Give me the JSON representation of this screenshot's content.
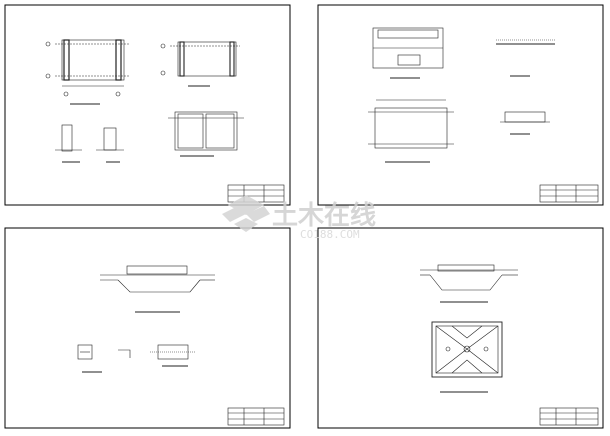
{
  "watermark": {
    "text": "土木在线",
    "subtext": "CO188.COM",
    "color": "#cfcfcf"
  },
  "colors": {
    "ink": "#222222",
    "frame": "#000000",
    "background": "#ffffff"
  },
  "sheets": [
    {
      "id": "sheet-1",
      "title_block_present": true
    },
    {
      "id": "sheet-2",
      "title_block_present": true
    },
    {
      "id": "sheet-3",
      "title_block_present": true
    },
    {
      "id": "sheet-4",
      "title_block_present": true
    }
  ]
}
